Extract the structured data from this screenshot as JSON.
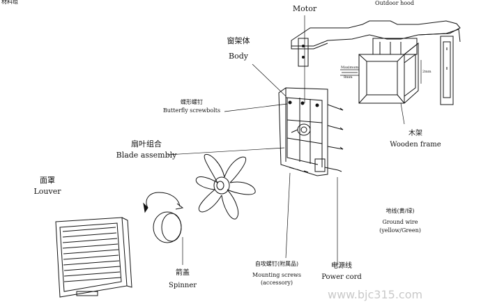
{
  "header": {
    "corner_text": "材料组"
  },
  "labels": {
    "motor": "Motor",
    "outdoor_hood": "Outdoor hood",
    "body_zh": "窗架体",
    "body_en": "Body",
    "screwbolts_zh": "蝶形螺钉",
    "screwbolts_en": "Butterfly screwbolts",
    "blade_zh": "扇叶组合",
    "blade_en": "Blade assembly",
    "louver_zh": "面罩",
    "louver_en": "Louver",
    "spinner_zh": "箭盖",
    "spinner_en": "Spinner",
    "mounting_zh": "自攻螺钉(附属品)",
    "mounting_en_1": "Mounting screws",
    "mounting_en_2": "(accessory)",
    "power_zh": "电源线",
    "power_en": "Power cord",
    "wooden_zh": "木架",
    "wooden_en": "Wooden frame",
    "ground_zh": "地线(黄/绿)",
    "ground_en_1": "Ground wire",
    "ground_en_2": "(yellow/Green)",
    "max_dim_1": "Maximum",
    "max_dim_2": "8mm",
    "dim_side": "2mm"
  },
  "watermark": "www.bjc315.com"
}
